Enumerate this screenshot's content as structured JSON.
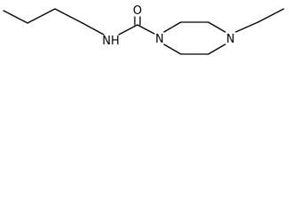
{
  "molecule": {
    "atoms": {
      "oxygen": "O",
      "amide_nitrogen": "NH",
      "ring_nitrogen_carboxamide": "N",
      "ring_nitrogen_ethyl": "N"
    }
  }
}
